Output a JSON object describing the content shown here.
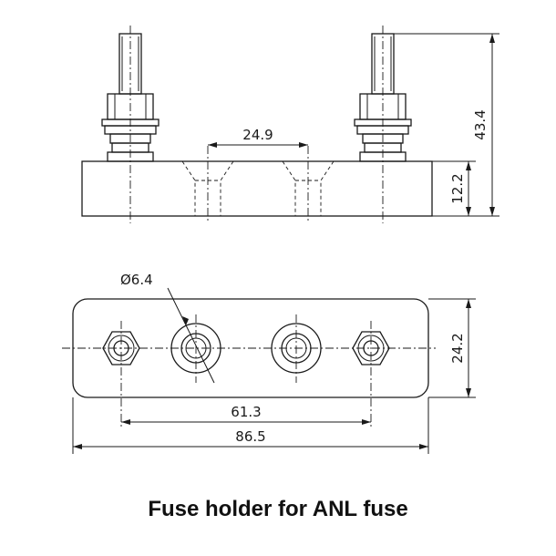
{
  "caption": "Fuse holder for ANL fuse",
  "dimensions": {
    "stud_spacing_top": "24.9",
    "total_height": "43.4",
    "base_height": "12.2",
    "hole_diameter": "Ø6.4",
    "width": "24.2",
    "stud_pitch": "61.3",
    "overall_length": "86.5"
  }
}
